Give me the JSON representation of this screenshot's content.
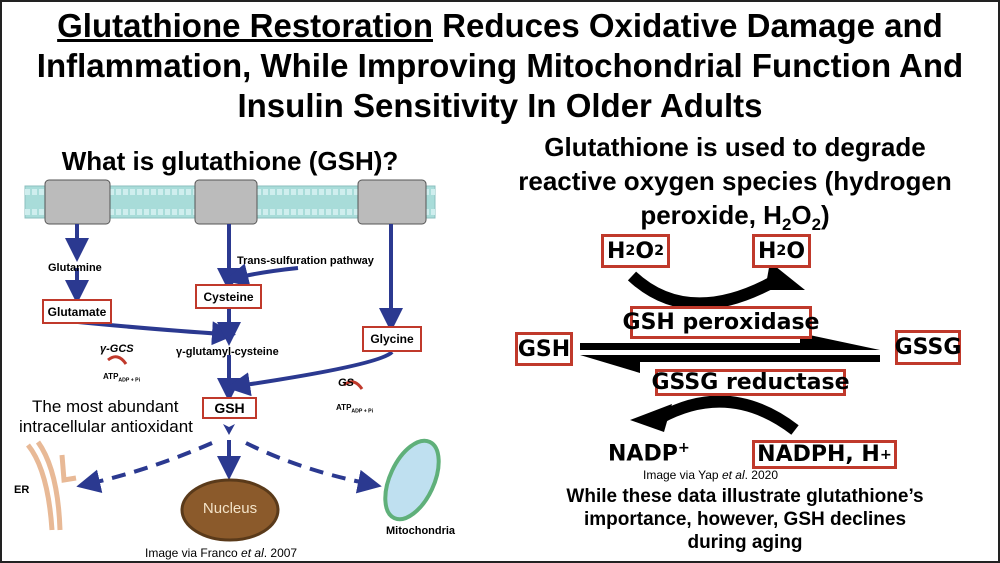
{
  "title": {
    "underlined": "Glutathione Restoration",
    "line1_rest": " Reduces Oxidative Damage and",
    "line2": "Inflammation, While Improving Mitochondrial Function And",
    "line3": "Insulin Sensitivity In Older Adults"
  },
  "left": {
    "heading": "What is glutathione (GSH)?",
    "glutamine": "Glutamine",
    "glutamate": "Glutamate",
    "cysteine": "Cysteine",
    "transsulfuration": "Trans-sulfuration pathway",
    "glycine": "Glycine",
    "gamma_gcs": "γ-GCS",
    "gamma_glutamyl": "γ-glutamyl-cysteine",
    "gs": "GS",
    "atp": "ATP",
    "adp": "ADP + Pi",
    "gsh": "GSH",
    "abundant1": "The most abundant",
    "abundant2": "intracellular antioxidant",
    "er": "ER",
    "nucleus": "Nucleus",
    "mitochondria": "Mitochondria",
    "caption_pre": "Image via Franco ",
    "caption_etal": "et al",
    "caption_post": ". 2007"
  },
  "right": {
    "heading1": "Glutathione is used to degrade",
    "heading2": "reactive oxygen species (hydrogen",
    "heading3_pre": "peroxide, H",
    "heading3_sub1": "2",
    "heading3_mid": "O",
    "heading3_sub2": "2",
    "heading3_post": ")",
    "h2o2": {
      "a": "H",
      "s1": "2",
      "b": "O",
      "s2": "2"
    },
    "h2o": {
      "a": "H",
      "s1": "2",
      "b": "O"
    },
    "gsh_peroxidase": "GSH peroxidase",
    "gsh": "GSH",
    "gssg": "GSSG",
    "gssg_reductase": "GSSG reductase",
    "nadp": "NADP",
    "nadp_sup": "+",
    "nadph": "NADPH, H",
    "nadph_sup": "+",
    "caption_pre": "Image via Yap ",
    "caption_etal": "et al",
    "caption_post": ". 2020",
    "footer1": "While these data illustrate glutathione’s",
    "footer2": "importance, however, GSH declines",
    "footer3": "during aging"
  },
  "colors": {
    "box_border": "#c0392b",
    "arrow_blue": "#2b3990",
    "membrane": "#a8dcd9",
    "nucleus": "#8b5a2b",
    "mito": "#bfe0f0"
  }
}
